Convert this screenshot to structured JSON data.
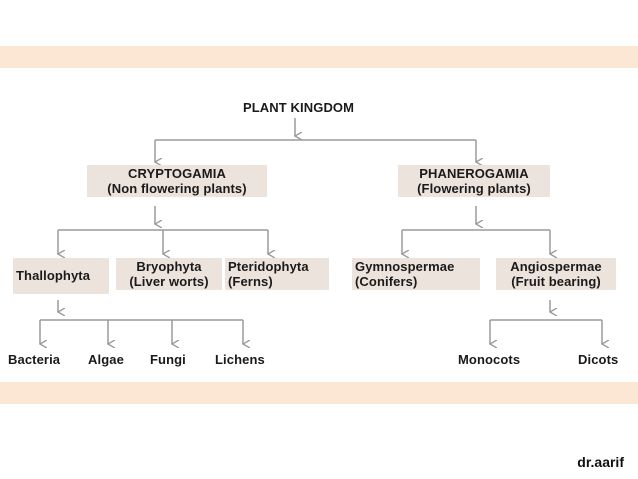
{
  "root": "PLANT KINGDOM",
  "cryptogamia": {
    "line1": "CRYPTOGAMIA",
    "line2": "(Non flowering plants)"
  },
  "phanerogamia": {
    "line1": "PHANEROGAMIA",
    "line2": "(Flowering plants)"
  },
  "thallophyta": "Thallophyta",
  "bryophyta": {
    "line1": "Bryophyta",
    "line2": "(Liver worts)"
  },
  "pteridophyta": {
    "line1": "Pteridophyta",
    "line2": "(Ferns)"
  },
  "gymnospermae": {
    "line1": "Gymnospermae",
    "line2": "(Conifers)"
  },
  "angiospermae": {
    "line1": "Angiospermae",
    "line2": "(Fruit bearing)"
  },
  "bacteria": "Bacteria",
  "algae": "Algae",
  "fungi": "Fungi",
  "lichens": "Lichens",
  "monocots": "Monocots",
  "dicots": "Dicots",
  "watermark": "dr.aarif",
  "colors": {
    "band": "#fbe7d3",
    "highlight": "#ece3dc",
    "line": "#9a9a9a"
  }
}
